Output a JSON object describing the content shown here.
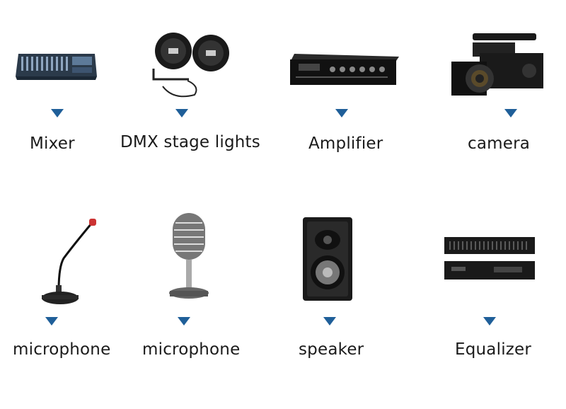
{
  "items": [
    {
      "label": "Mixer",
      "icon": "mixer-icon"
    },
    {
      "label": "DMX stage lights",
      "icon": "stage-lights-icon"
    },
    {
      "label": "Amplifier",
      "icon": "amplifier-icon"
    },
    {
      "label": "camera",
      "icon": "camera-icon"
    },
    {
      "label": "microphone",
      "icon": "gooseneck-microphone-icon"
    },
    {
      "label": "microphone",
      "icon": "vintage-microphone-icon"
    },
    {
      "label": "speaker",
      "icon": "speaker-icon"
    },
    {
      "label": "Equalizer",
      "icon": "equalizer-icon"
    }
  ],
  "colors": {
    "arrow": "#1f5f99",
    "text": "#1a1a1a",
    "background": "#ffffff"
  }
}
